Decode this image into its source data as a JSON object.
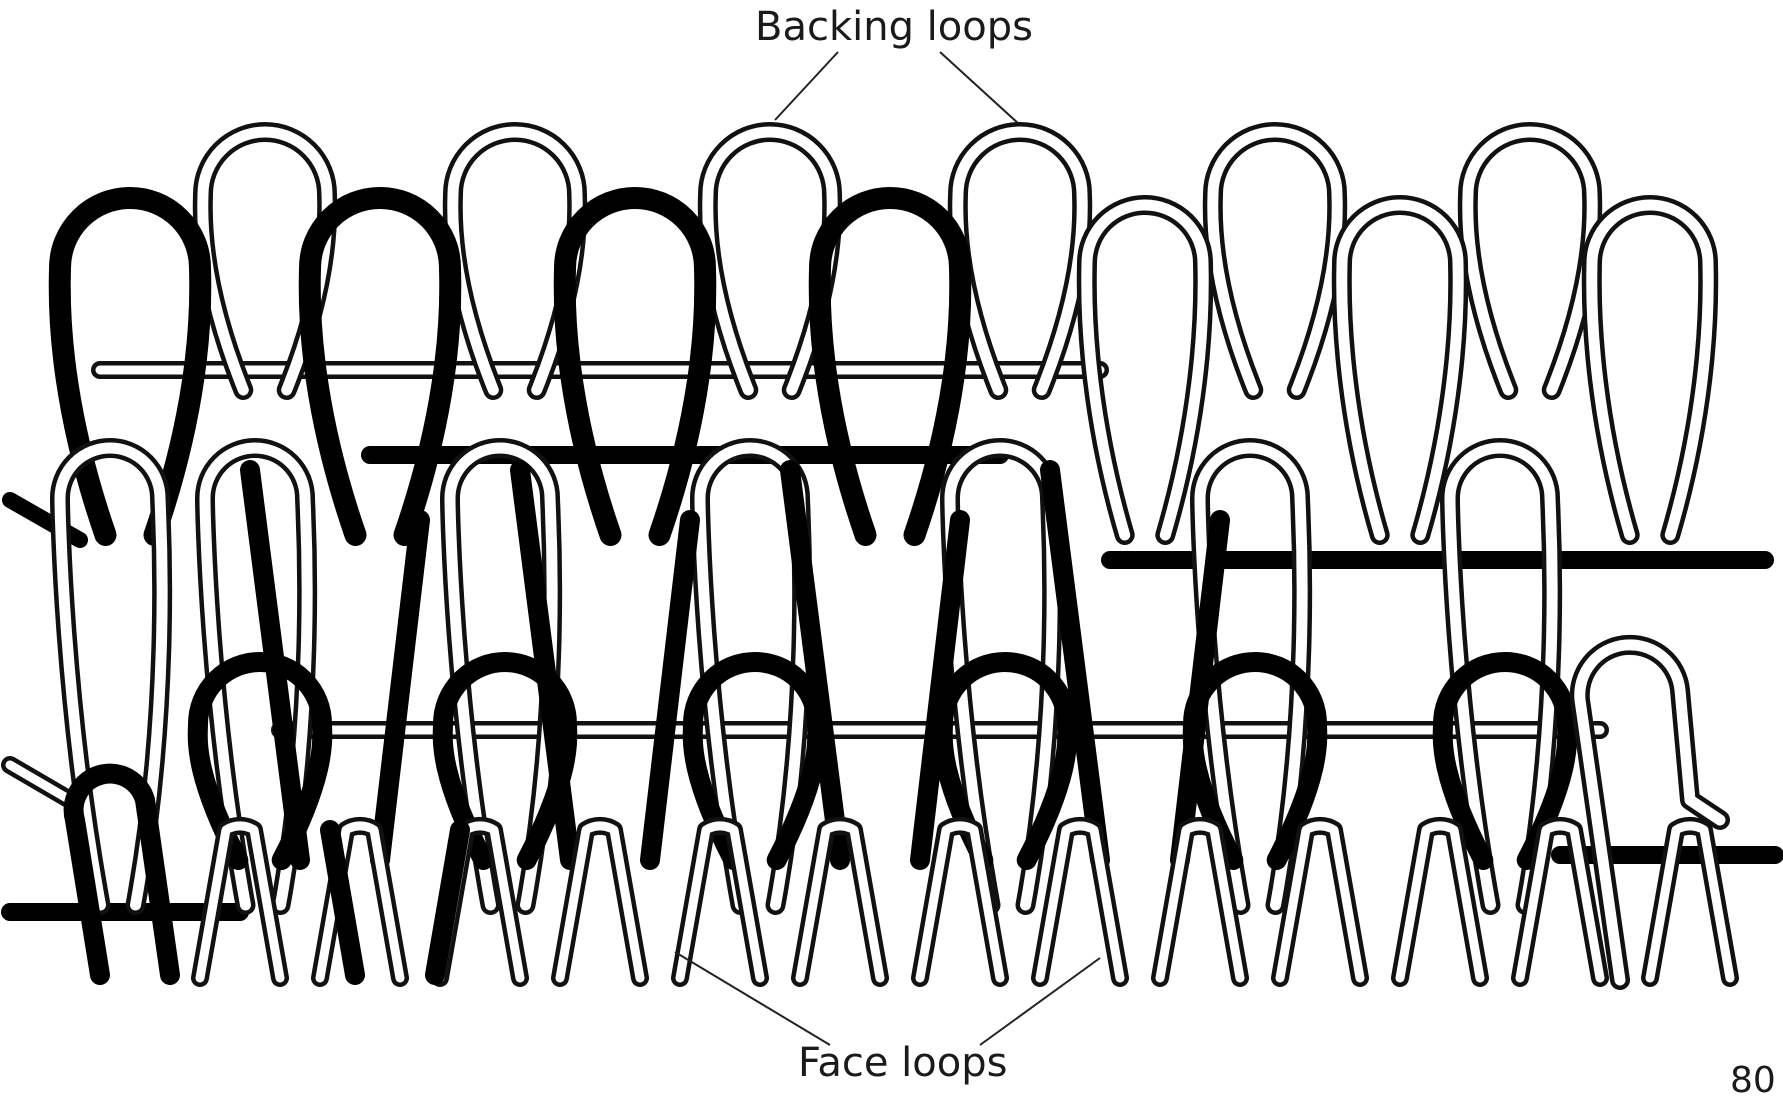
{
  "labels": {
    "backing": "Backing loops",
    "face": "Face loops"
  },
  "page_number": "80",
  "colors": {
    "yarn_dark": "#000000",
    "yarn_light": "#ffffff",
    "outline": "#111111",
    "leader": "#222222"
  }
}
